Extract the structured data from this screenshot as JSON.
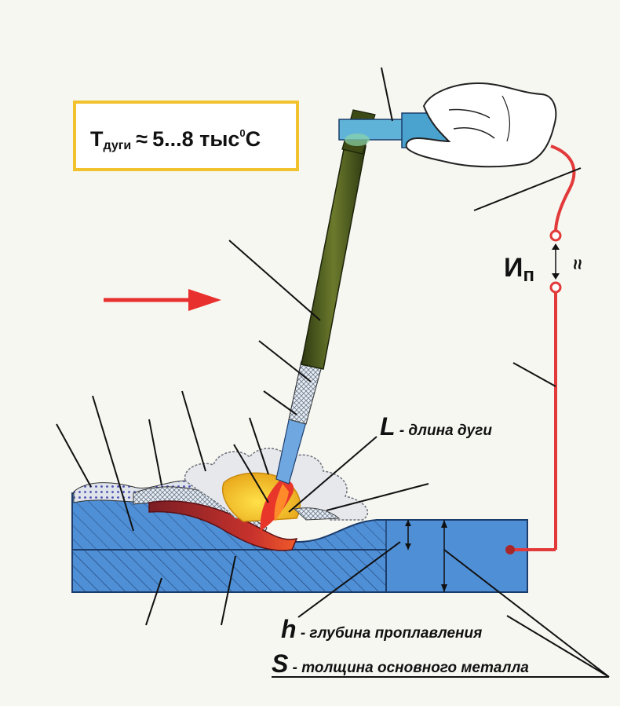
{
  "temperature_box": {
    "symbol": "T",
    "subscript": "дуги",
    "approx": "≈",
    "value": "5...8 тыс",
    "degree": "0",
    "unit": "C"
  },
  "power_source": {
    "label": "И",
    "subscript": "п",
    "current_symbol": "≈"
  },
  "annotations": {
    "arc_length_symbol": "L",
    "arc_length_text": " - длина дуги",
    "penetration_symbol": "h",
    "penetration_text": " - глубина проплавления",
    "thickness_symbol": "S",
    "thickness_text": " - толщина основного металла"
  },
  "colors": {
    "metal": "#4f8fd6",
    "cable": "#e23a3a",
    "arrow": "#e8302f",
    "box_border": "#f2c22e",
    "holder": "#5fb3d9",
    "electrode_coating": "#4a5a1e",
    "weld_pool": "#f2c530",
    "weld_seam": "#a8282a"
  }
}
